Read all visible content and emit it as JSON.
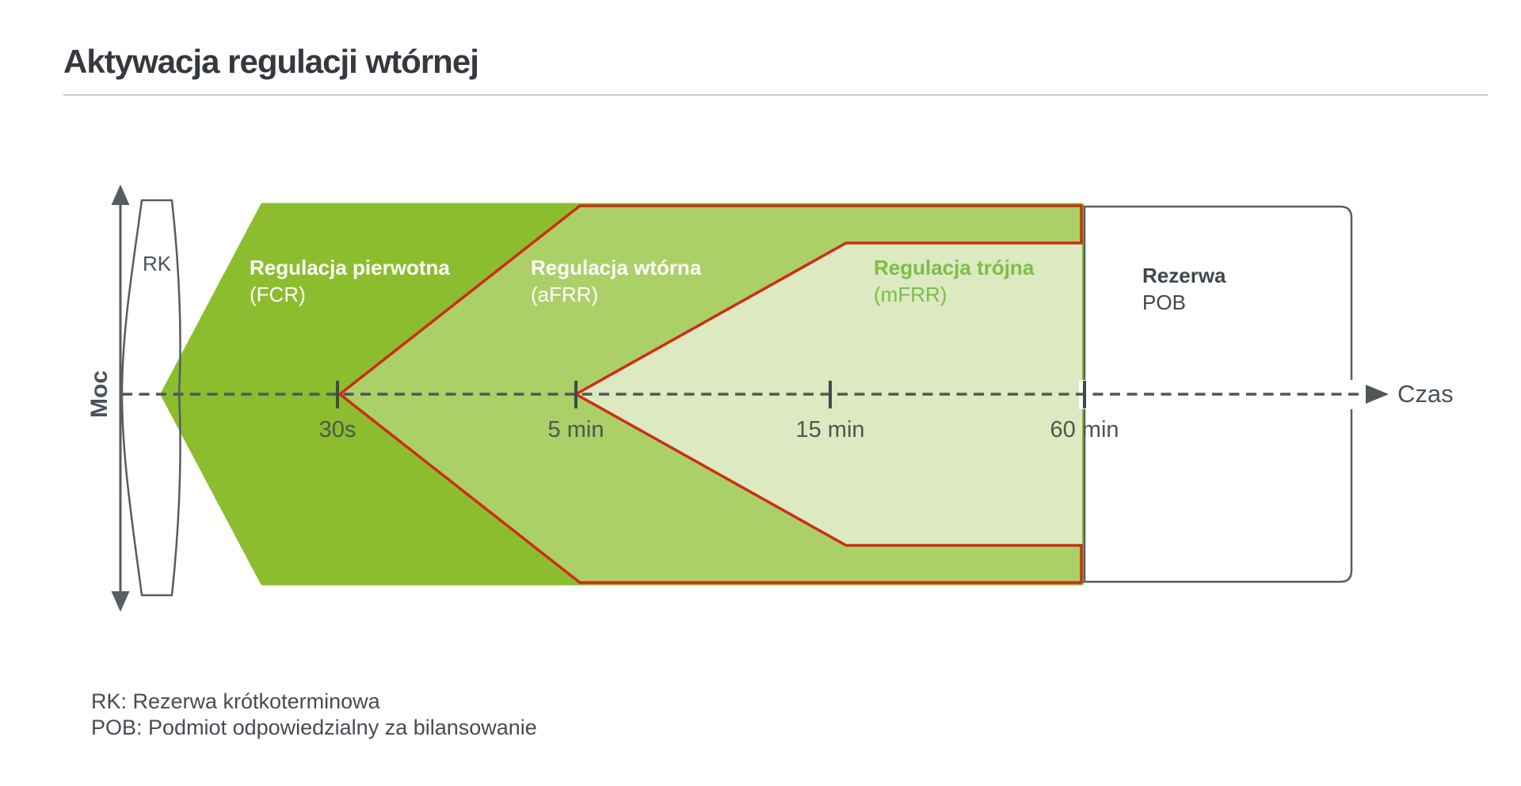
{
  "page": {
    "title": "Aktywacja regulacji wtórnej"
  },
  "diagram": {
    "y_axis_label": "Moc",
    "x_axis_label": "Czas",
    "rk_label": "RK",
    "ticks": [
      {
        "label": "30s"
      },
      {
        "label": "5 min"
      },
      {
        "label": "15 min"
      },
      {
        "label": "60 min"
      }
    ],
    "regions": [
      {
        "id": "fcr",
        "name": "Regulacja pierwotna",
        "abbr": "(FCR)",
        "fill": "#8cbd2e",
        "text_color": "#ffffff"
      },
      {
        "id": "afrr",
        "name": "Regulacja wtórna",
        "abbr": "(aFRR)",
        "fill": "#abd068",
        "text_color": "#ffffff",
        "border": "#cd2d13"
      },
      {
        "id": "mfrr",
        "name": "Regulacja trójna",
        "abbr": "(mFRR)",
        "fill": "#dce9c1",
        "text_color": "#7dbd45",
        "border": "#cd2d13"
      },
      {
        "id": "pob",
        "name": "Rezerwa",
        "abbr": "POB",
        "fill": "#ffffff",
        "text_color": "#3f474d",
        "border": "#59616a"
      }
    ]
  },
  "footnotes": [
    "RK: Rezerwa krótkoterminowa",
    "POB: Podmiot odpowiedzialny za bilansowanie"
  ],
  "colors": {
    "accent_red": "#cd2d13",
    "green_dark": "#8cbd2e",
    "green_mid": "#abd068",
    "green_light": "#dce9c1",
    "line_gray": "#565d63",
    "tick_gray": "#414b46",
    "dash_gray": "#4f5752",
    "title_rule": "#c9cbcd",
    "title_text": "#34393f"
  }
}
